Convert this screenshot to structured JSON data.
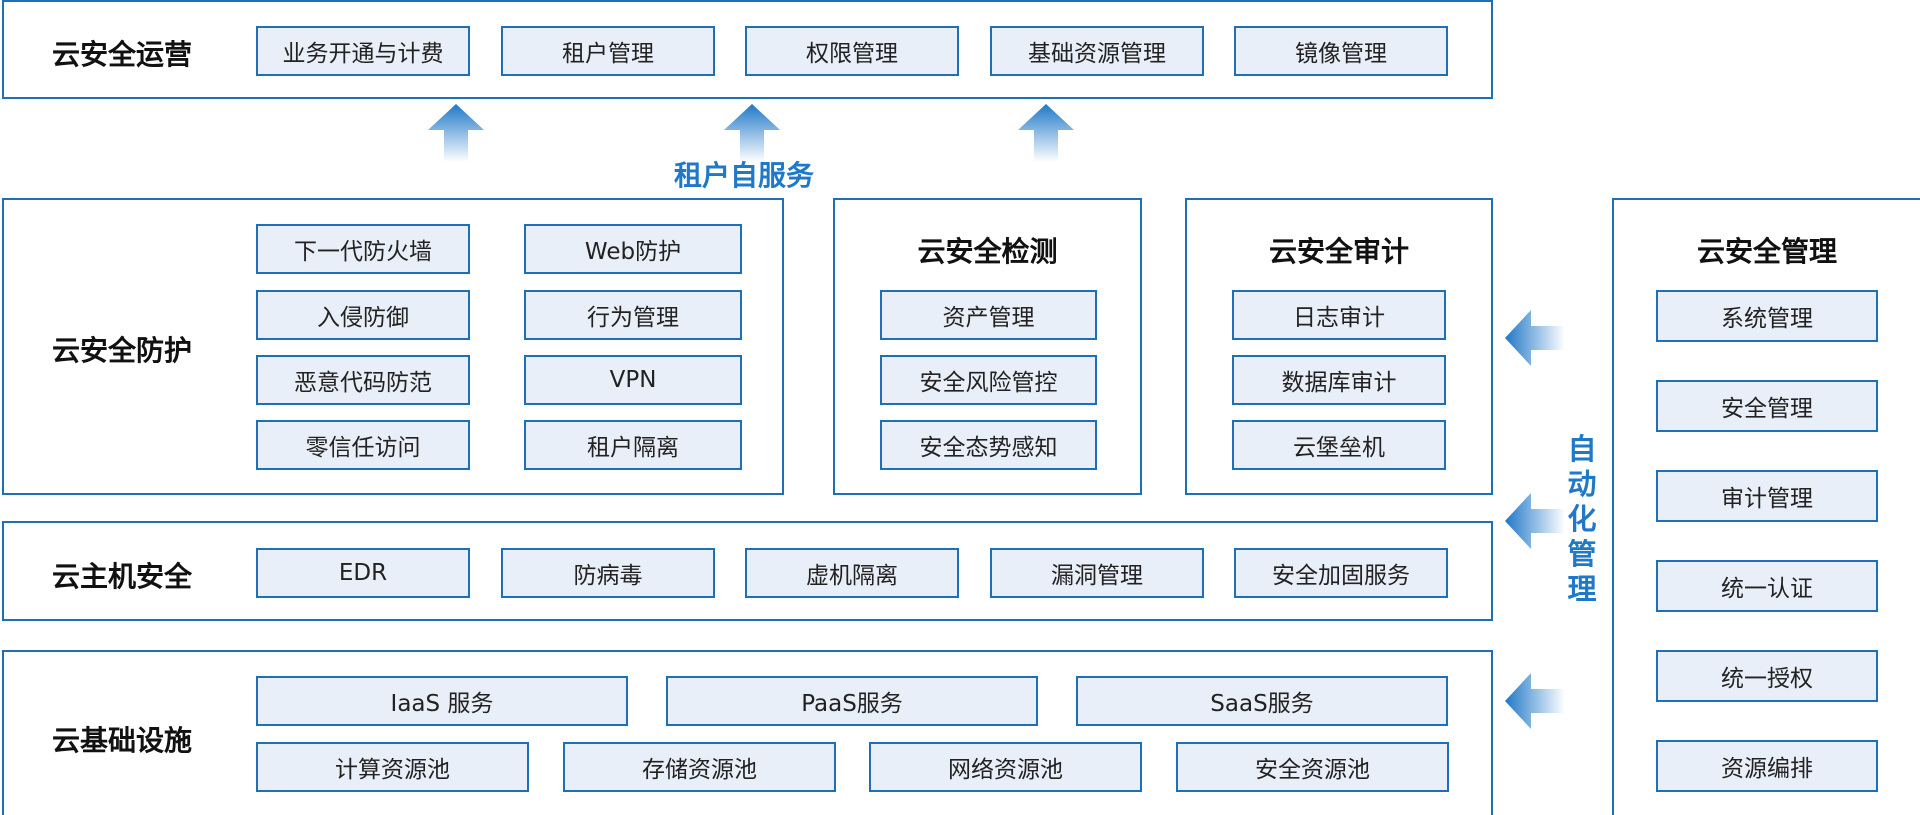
{
  "ops": {
    "title": "云安全运营",
    "items": [
      "业务开通与计费",
      "租户管理",
      "权限管理",
      "基础资源管理",
      "镜像管理"
    ]
  },
  "self_service_label": "租户自服务",
  "protection": {
    "title": "云安全防护",
    "items": [
      "下一代防火墙",
      "Web防护",
      "入侵防御",
      "行为管理",
      "恶意代码防范",
      "VPN",
      "零信任访问",
      "租户隔离"
    ]
  },
  "detection": {
    "title": "云安全检测",
    "items": [
      "资产管理",
      "安全风险管控",
      "安全态势感知"
    ]
  },
  "audit": {
    "title": "云安全审计",
    "items": [
      "日志审计",
      "数据库审计",
      "云堡垒机"
    ]
  },
  "management": {
    "title": "云安全管理",
    "items": [
      "系统管理",
      "安全管理",
      "审计管理",
      "统一认证",
      "统一授权",
      "资源编排"
    ]
  },
  "auto_label": [
    "自",
    "动",
    "化",
    "管",
    "理"
  ],
  "host": {
    "title": "云主机安全",
    "items": [
      "EDR",
      "防病毒",
      "虚机隔离",
      "漏洞管理",
      "安全加固服务"
    ]
  },
  "infra": {
    "title": "云基础设施",
    "row1": [
      "IaaS 服务",
      "PaaS服务",
      "SaaS服务"
    ],
    "row2": [
      "计算资源池",
      "存储资源池",
      "网络资源池",
      "安全资源池"
    ]
  },
  "colors": {
    "border": "#1f6fb8",
    "item_fill": "#e9eff8",
    "accent": "#1f78c8"
  }
}
